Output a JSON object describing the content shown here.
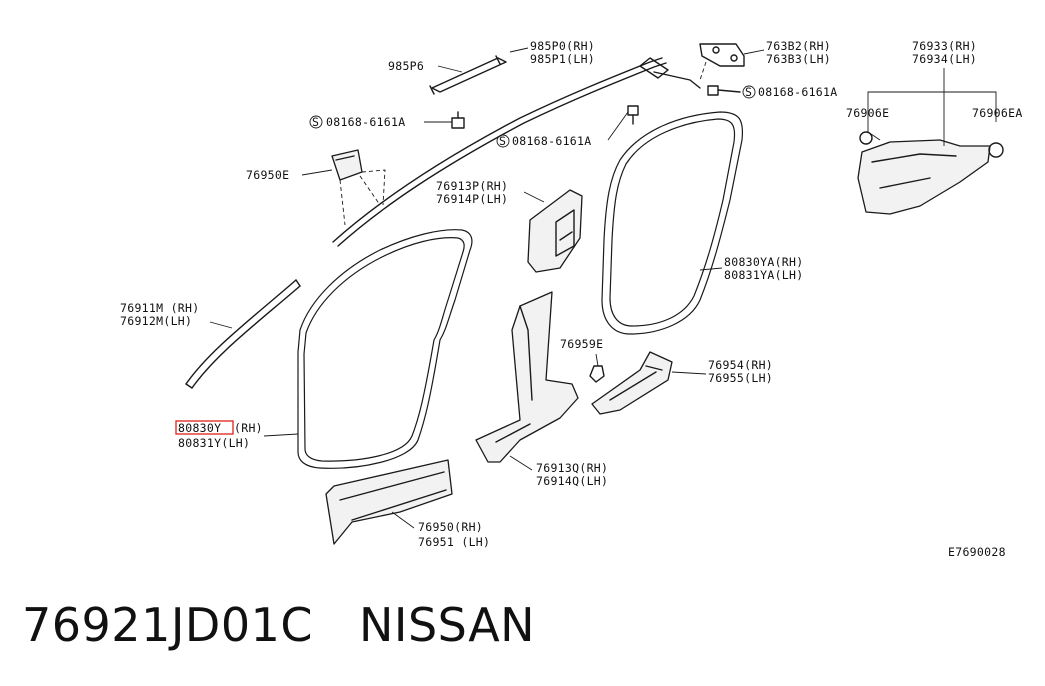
{
  "labels": {
    "985P6": "985P6",
    "985P0_rh": "985P0(RH)",
    "985P1_lh": "985P1(LH)",
    "76382_rh": "763B2(RH)",
    "76383_lh": "763B3(LH)",
    "bolt_a": "08168-6161A",
    "bolt_b": "08168-6161A",
    "bolt_c": "08168-6161A",
    "76933_rh": "76933(RH)",
    "76934_lh": "76934(LH)",
    "76906E": "76906E",
    "76906EA": "76906EA",
    "76950E": "76950E",
    "76913P_rh": "76913P(RH)",
    "76914P_lh": "76914P(LH)",
    "80830YA_rh": "80830YA(RH)",
    "80831YA_lh": "80831YA(LH)",
    "76911M_rh": "76911M (RH)",
    "76912M_lh": "76912M(LH)",
    "76959E": "76959E",
    "76954_rh": "76954(RH)",
    "76955_lh": "76955(LH)",
    "80830Y_part": "80830Y",
    "80830Y_side": "(RH)",
    "80831Y_lh": "80831Y(LH)",
    "76913Q_rh": "76913Q(RH)",
    "76914Q_lh": "76914Q(LH)",
    "76950_rh": "76950(RH)",
    "76951_lh": "76951 (LH)",
    "diagram_code": "E7690028",
    "symbol": "S"
  },
  "footer": {
    "part_number": "76921JD01C",
    "brand": "NISSAN"
  },
  "highlight_color": "#e0302a"
}
